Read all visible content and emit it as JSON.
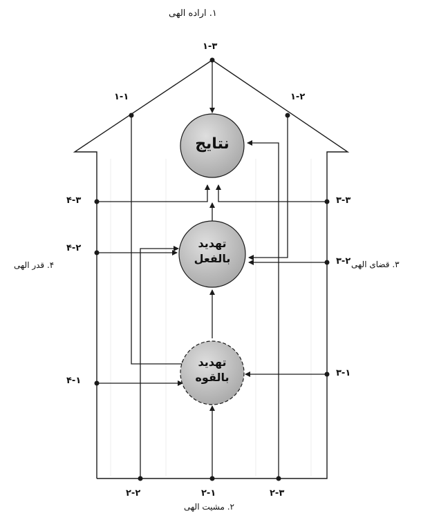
{
  "corners": {
    "top": "۱. اراده الهی",
    "bottom": "۲. مشیت الهی",
    "right": "۳. قضای الهی",
    "left": "۴. قدر الهی"
  },
  "nodes": {
    "results": "نتایج",
    "actual": "تهدید بالفعل",
    "potential": "تهدید بالقوه"
  },
  "point_labels": {
    "top_apex": "۱-۳",
    "top_left": "۱-۱",
    "top_right": "۱-۲",
    "left_upper": "۴-۳",
    "left_mid": "۴-۲",
    "left_lower": "۴-۱",
    "right_upper": "۳-۳",
    "right_mid": "۳-۲",
    "right_lower": "۳-۱",
    "bottom_left": "۲-۲",
    "bottom_mid": "۲-۱",
    "bottom_right": "۲-۳"
  },
  "colors": {
    "node_fill": "#c8c8c8",
    "line": "#1a1a1a",
    "grid_lines": "#e6e6e6"
  }
}
